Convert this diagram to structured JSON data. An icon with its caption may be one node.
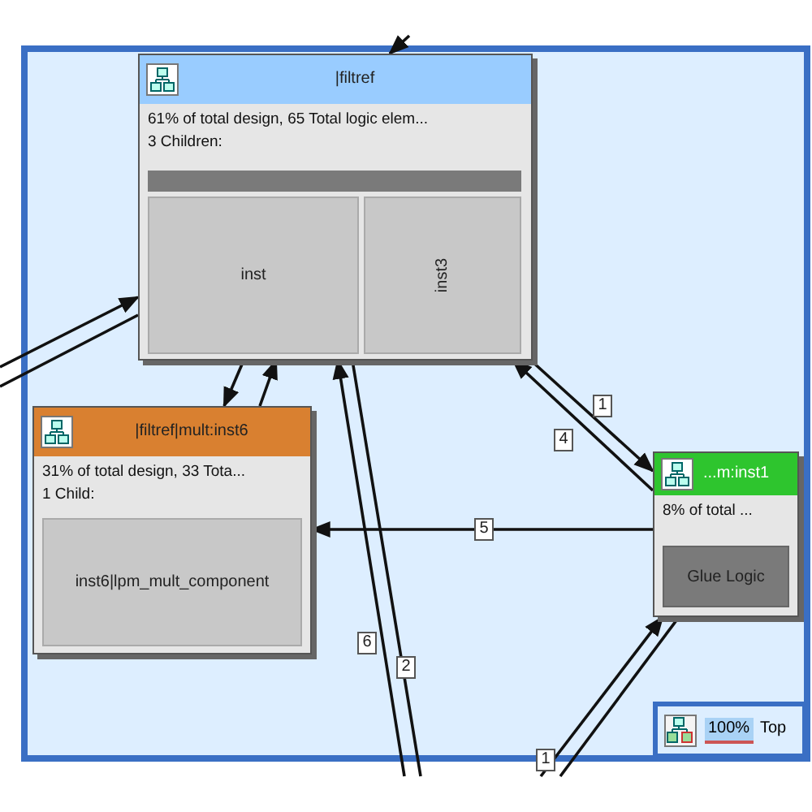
{
  "diagram": {
    "nodes": [
      {
        "text": [
          "|filtref",
          "61% of total design, 65 Total logic elem...",
          "3 Children:"
        ]
      },
      {
        "text": [
          "inst"
        ],
        "in": 0
      },
      {
        "text": [
          "inst3"
        ],
        "in": 0
      },
      {
        "text": [
          "|filtref|mult:inst6",
          "31% of total design, 33 Tota...",
          "1 Child:"
        ]
      },
      {
        "text": [
          "inst6|lpm_mult_component"
        ],
        "in": 3
      },
      {
        "text": [
          "...m:inst1",
          "8% of total ..."
        ]
      },
      {
        "text": [
          "Glue Logic"
        ],
        "in": 5
      }
    ],
    "edges": [
      {
        "from": null,
        "to": 0,
        "arrow": "to"
      },
      {
        "from": 0,
        "to": null,
        "arrow": "none"
      },
      {
        "from": null,
        "to": 0,
        "arrow": "to"
      },
      {
        "from": 0,
        "to": 3,
        "arrow": "to"
      },
      {
        "from": 3,
        "to": 0,
        "arrow": "to"
      },
      {
        "from": 0,
        "to": 5,
        "arrow": "to",
        "label": "1"
      },
      {
        "from": 5,
        "to": 0,
        "arrow": "to",
        "label": "4"
      },
      {
        "from": 5,
        "to": 3,
        "arrow": "to",
        "label": "5"
      },
      {
        "from": null,
        "to": 0,
        "arrow": "to",
        "label": "6"
      },
      {
        "from": 0,
        "to": null,
        "arrow": "none",
        "label": "2"
      },
      {
        "from": null,
        "to": 5,
        "arrow": "to",
        "label": "1"
      },
      {
        "from": 5,
        "to": null,
        "arrow": "none"
      }
    ],
    "labels": [
      "100%",
      "Top"
    ]
  }
}
